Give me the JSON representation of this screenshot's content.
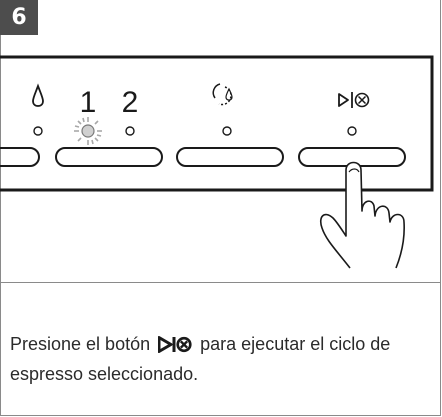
{
  "step": {
    "number": "6"
  },
  "panel": {
    "labels": [
      {
        "id": "cup-1",
        "text": "1"
      },
      {
        "id": "cup-2",
        "text": "2"
      }
    ],
    "icons": [
      "water-drop-icon",
      "descale-icon",
      "play-stop-icon"
    ],
    "indicators": [
      {
        "id": "indicator-water",
        "state": "off"
      },
      {
        "id": "indicator-cup-1",
        "state": "lit"
      },
      {
        "id": "indicator-cup-2",
        "state": "off"
      },
      {
        "id": "indicator-descale",
        "state": "off"
      },
      {
        "id": "indicator-start",
        "state": "off"
      }
    ]
  },
  "caption": {
    "before": "Presione el botón",
    "icon": "play-stop-icon",
    "after": "para ejecutar el ciclo de espresso seleccionado."
  },
  "colors": {
    "badge": "#4d4d4d",
    "line": "#1a1a1a",
    "frame": "#8a8a8a",
    "text": "#2b2b2b"
  }
}
